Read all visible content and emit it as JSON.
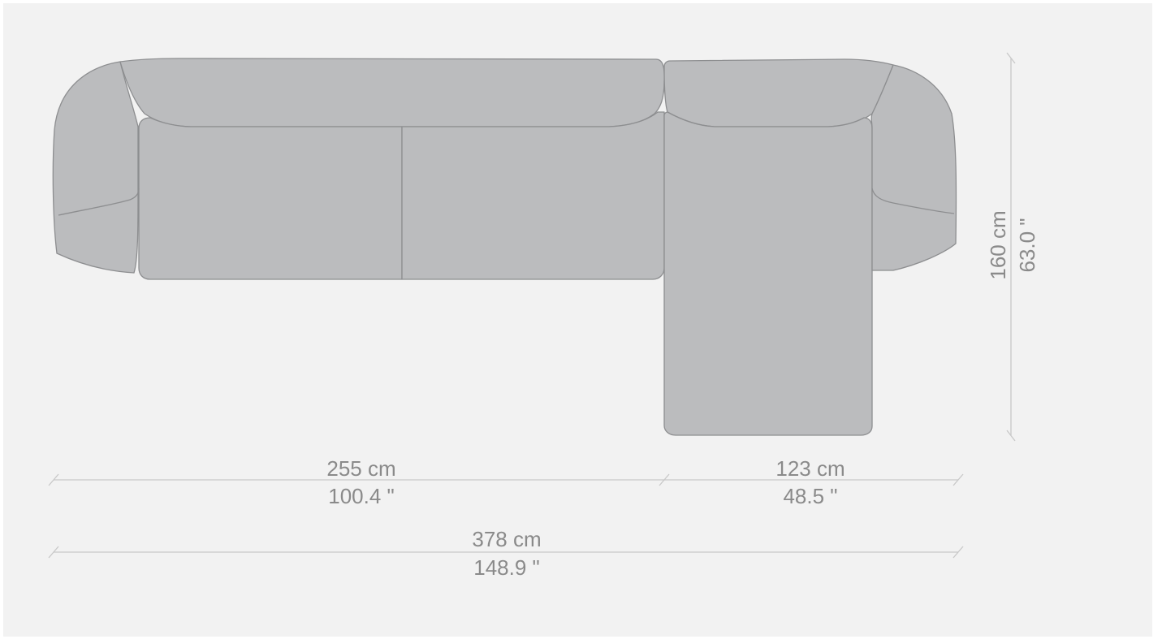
{
  "colors": {
    "background": "#f2f2f2",
    "page_border": "#ffffff",
    "sofa_fill": "#bbbcbe",
    "sofa_stroke": "#8d8e90",
    "dimension_line": "#c8c8c8",
    "dimension_text": "#8a8a8a"
  },
  "dimensions": {
    "sofa_width": {
      "cm": "255 cm",
      "inch": "100.4 \""
    },
    "chaise_width": {
      "cm": "123 cm",
      "inch": "48.5 \""
    },
    "total_width": {
      "cm": "378 cm",
      "inch": "148.9 \""
    },
    "depth": {
      "cm": "160 cm",
      "inch": "63.0 \""
    }
  }
}
